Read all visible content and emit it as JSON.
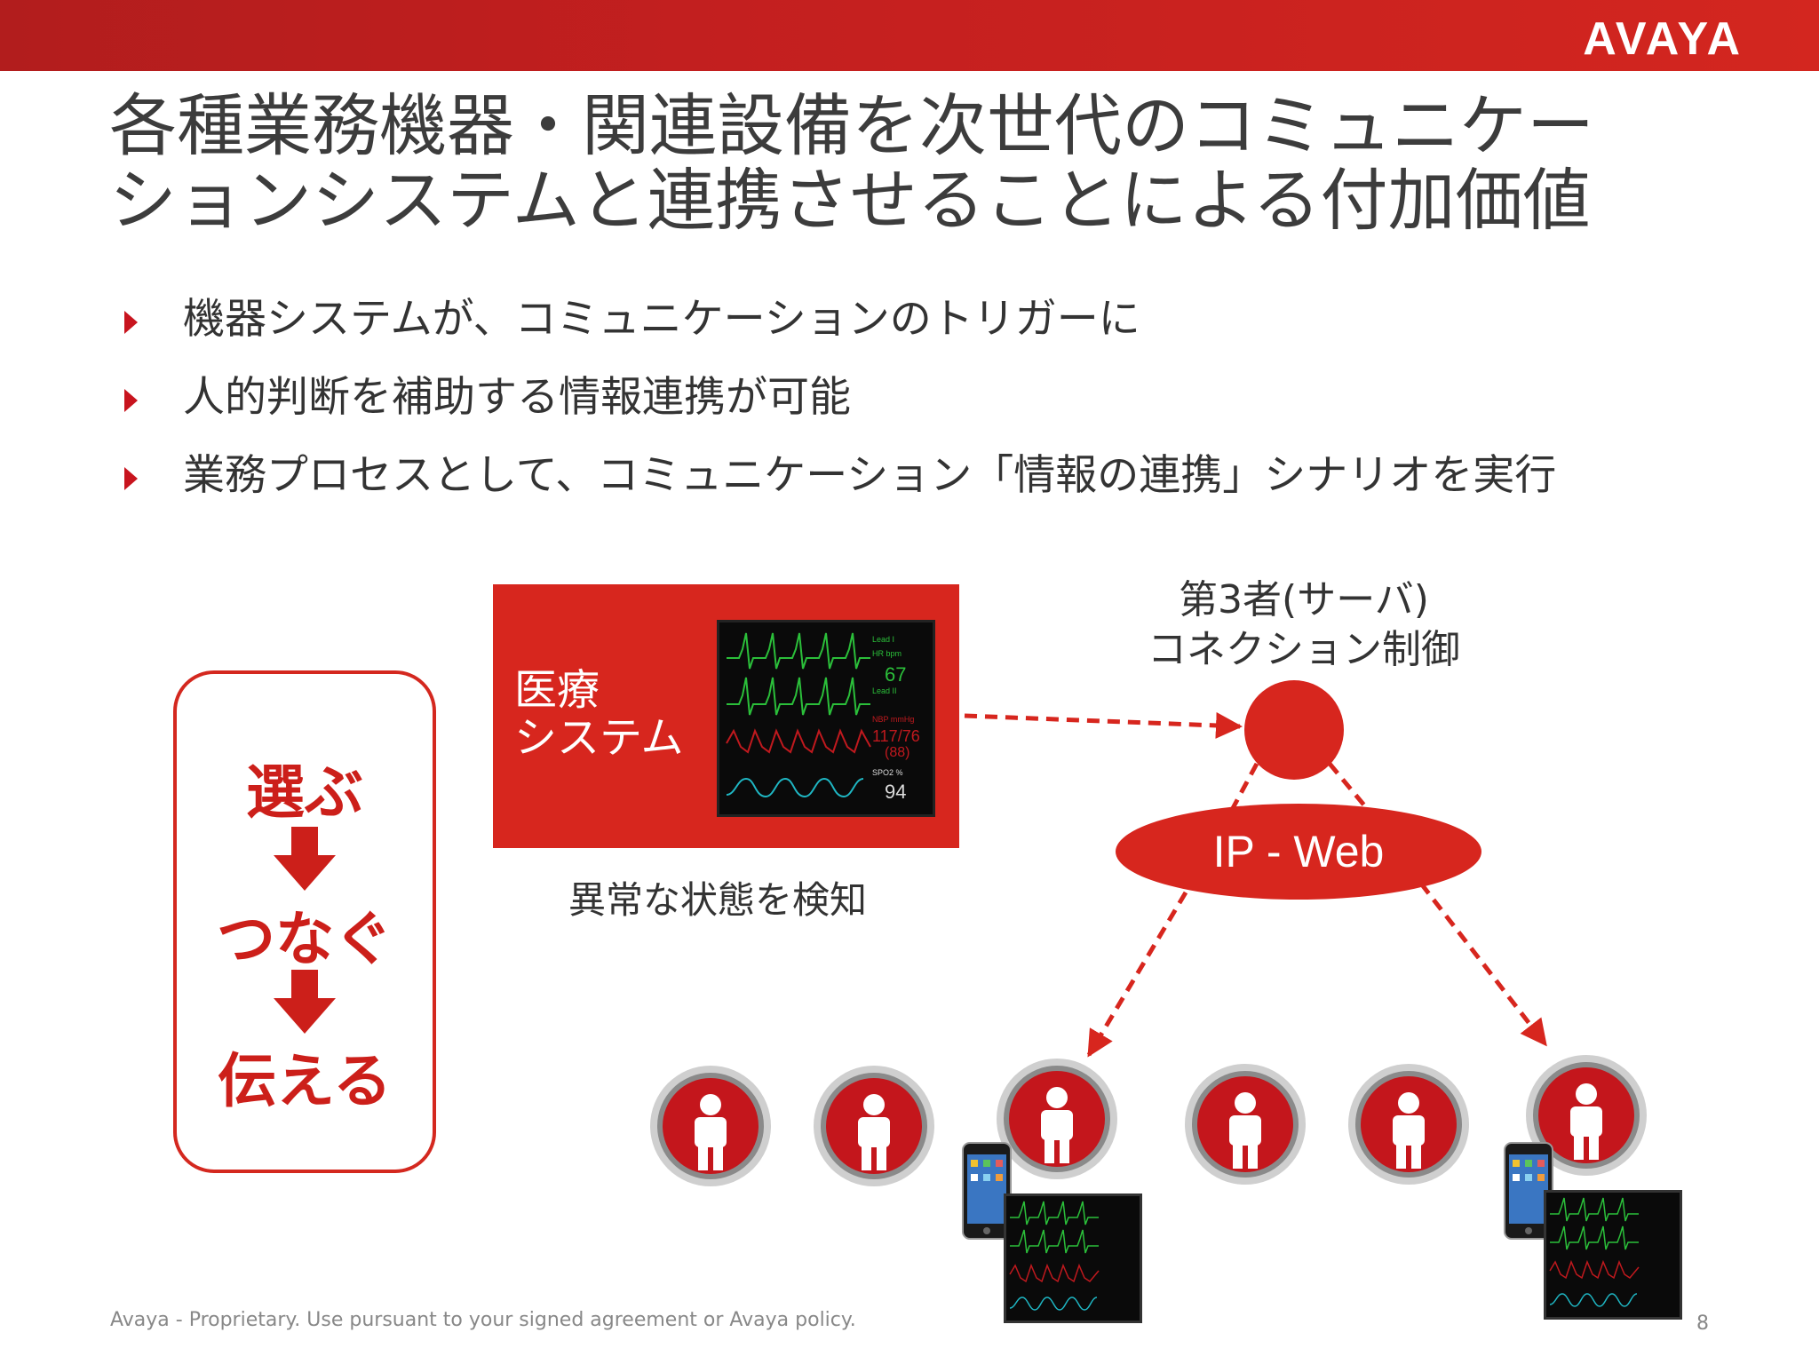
{
  "header": {
    "logo_text": "AVAYA",
    "bar_color": "#c31f1f"
  },
  "slide": {
    "title_line1": "各種業務機器・関連設備を次世代のコミュニケー",
    "title_line2": "ションシステムと連携させることによる付加価値",
    "bullets": [
      "機器システムが、コミュニケーションのトリガーに",
      "人的判断を補助する情報連携が可能",
      "業務プロセスとして、コミュニケーション「情報の連携」シナリオを実行"
    ]
  },
  "flow": {
    "step1": "選ぶ",
    "step2": "つなぐ",
    "step3": "伝える"
  },
  "medical": {
    "title_line1": "医療",
    "title_line2": "システム",
    "caption": "異常な状態を検知",
    "monitor": {
      "lead1": "Lead I",
      "hr_label": "HR bpm",
      "hr_value": "67",
      "lead2": "Lead II",
      "nbp_label": "NBP mmHg",
      "bp_value": "117/76",
      "map_value": "(88)",
      "spo2_label": "SPO2 %",
      "spo2_value": "94"
    }
  },
  "server": {
    "label_line1": "第3者(サーバ)",
    "label_line2": "コネクション制御"
  },
  "network": {
    "label": "IP - Web"
  },
  "colors": {
    "accent": "#d7261e",
    "flow_text": "#cc1f1a"
  },
  "footer": {
    "text": "Avaya - Proprietary.  Use pursuant to your signed agreement or Avaya policy.",
    "page": "8"
  }
}
